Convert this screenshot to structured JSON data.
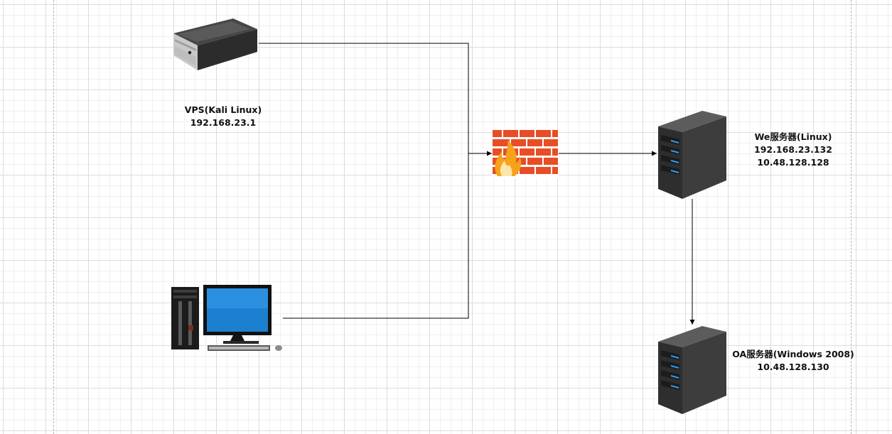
{
  "diagram": {
    "nodes": {
      "vps": {
        "name": "VPS(Kali Linux)",
        "ip": "192.168.23.1"
      },
      "pc": {},
      "firewall": {},
      "web_server": {
        "name": "We服务器(Linux)",
        "ip1": "192.168.23.132",
        "ip2": "10.48.128.128"
      },
      "oa_server": {
        "name": "OA服务器(Windows 2008)",
        "ip": "10.48.128.130"
      }
    },
    "edges": [
      {
        "from": "vps",
        "to": "firewall"
      },
      {
        "from": "pc",
        "to": "firewall"
      },
      {
        "from": "firewall",
        "to": "web_server"
      },
      {
        "from": "web_server",
        "to": "oa_server"
      }
    ]
  }
}
